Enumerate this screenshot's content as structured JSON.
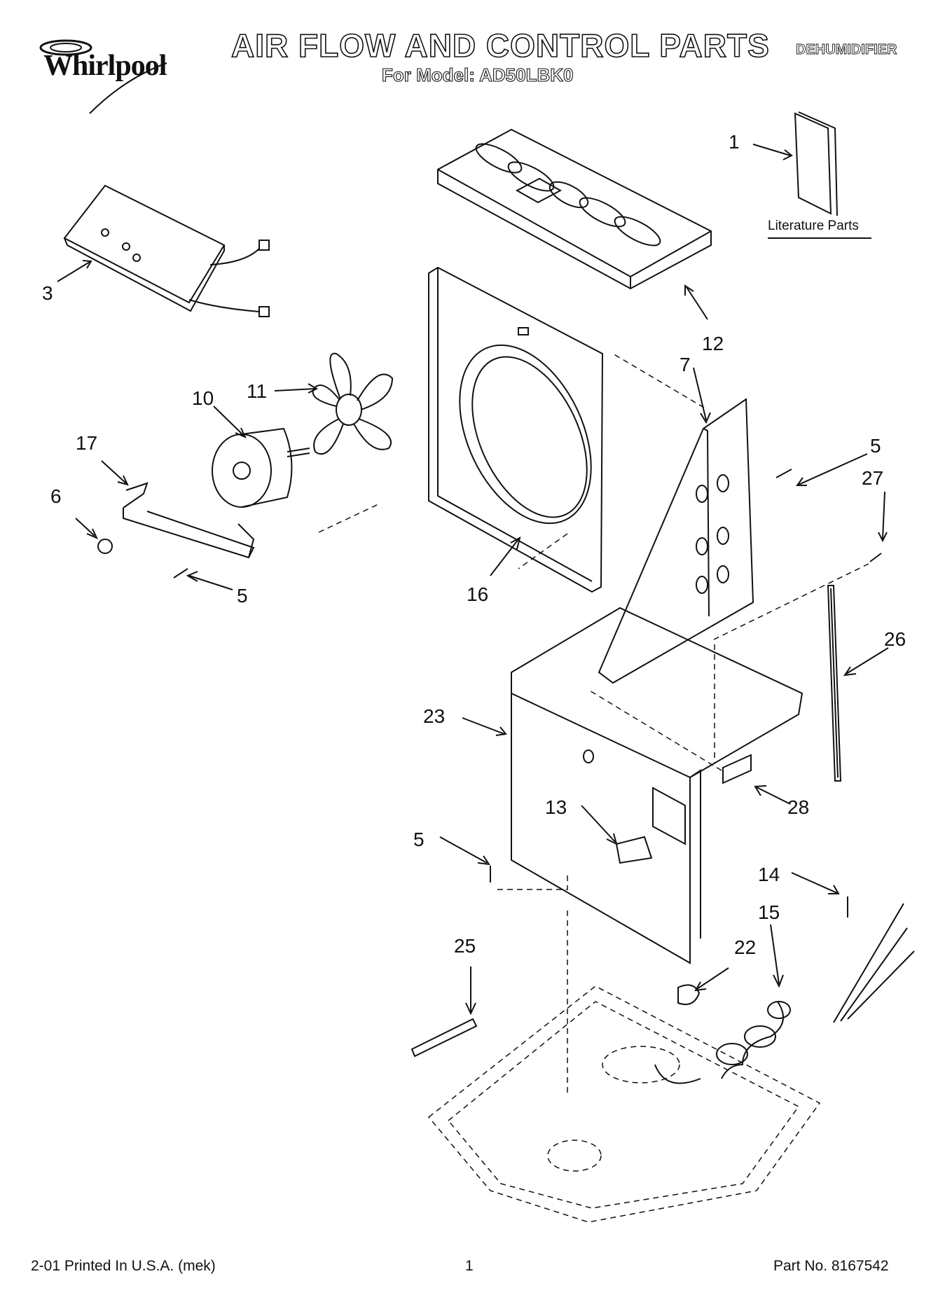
{
  "brand": {
    "name": "Whirlpool"
  },
  "header": {
    "title": "AIR FLOW AND CONTROL PARTS",
    "subtitle": "For Model: AD50LBK0",
    "category": "DEHUMIDIFIER"
  },
  "literature": {
    "label": "Literature Parts"
  },
  "callouts": {
    "c1": "1",
    "c3": "3",
    "c12": "12",
    "c11": "11",
    "c10": "10",
    "c7": "7",
    "c5a": "5",
    "c27": "27",
    "c17": "17",
    "c6": "6",
    "c5b": "5",
    "c16": "16",
    "c26": "26",
    "c23": "23",
    "c28": "28",
    "c13": "13",
    "c5c": "5",
    "c14": "14",
    "c15": "15",
    "c25": "25",
    "c22": "22"
  },
  "footer": {
    "printed": "2-01 Printed In U.S.A. (mek)",
    "page": "1",
    "part_no": "Part No. 8167542"
  }
}
